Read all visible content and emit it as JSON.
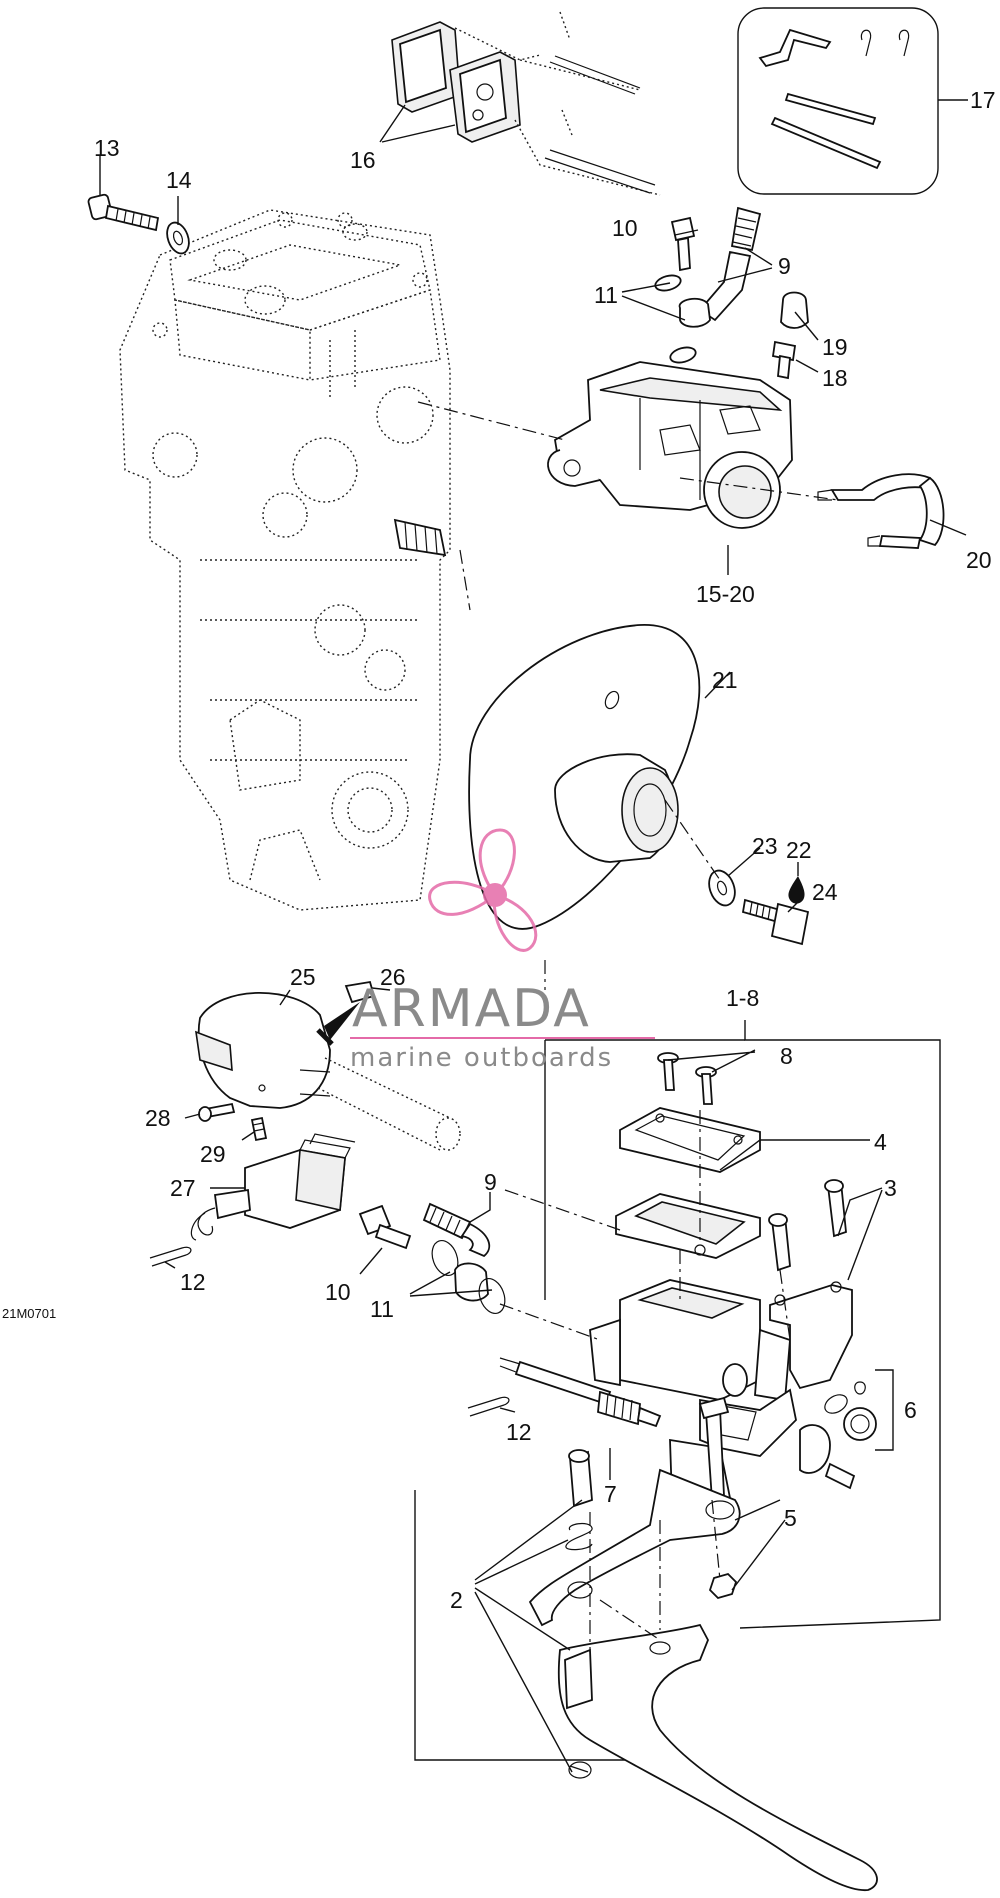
{
  "diagram": {
    "reference_code": "21M0701",
    "callouts": {
      "c1_8": "1-8",
      "c2": "2",
      "c3": "3",
      "c4": "4",
      "c5": "5",
      "c6": "6",
      "c7": "7",
      "c8": "8",
      "c9_top": "9",
      "c9_bottom": "9",
      "c10_top": "10",
      "c10_bottom": "10",
      "c11_top": "11",
      "c11_bottom": "11",
      "c12_left": "12",
      "c12_right": "12",
      "c13": "13",
      "c14": "14",
      "c15_20": "15-20",
      "c16": "16",
      "c17": "17",
      "c18": "18",
      "c19": "19",
      "c20": "20",
      "c21": "21",
      "c22": "22",
      "c23": "23",
      "c24": "24",
      "c25": "25",
      "c26": "26",
      "c27": "27",
      "c28": "28",
      "c29": "29"
    }
  },
  "watermark": {
    "brand": "ARMADA",
    "tagline": "marine outboards",
    "accent_color": "#e46aa8"
  }
}
